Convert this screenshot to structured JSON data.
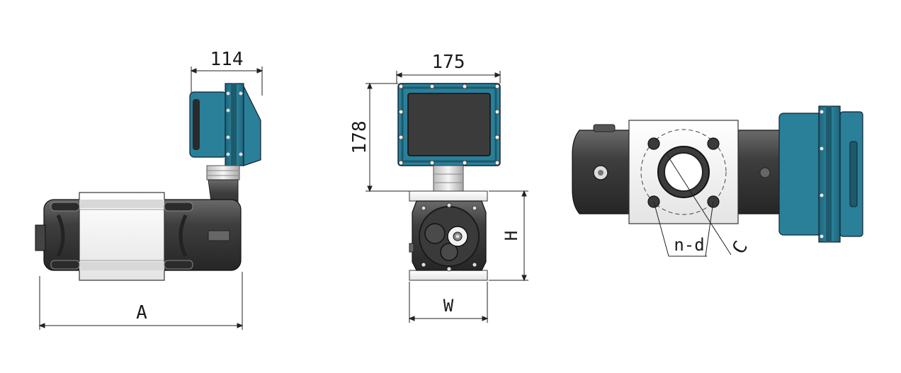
{
  "labels": {
    "side_width": "114",
    "front_width": "175",
    "front_height": "178",
    "overall_length": "A",
    "base_width": "W",
    "base_height": "H",
    "bolt_spec": "n-d",
    "bolt_circle": "C"
  },
  "colors": {
    "head_blue": "#2a7f99",
    "head_dark": "#1c5a6c",
    "body_dark": "#3a3a3a",
    "body_mid": "#555555",
    "flange_white": "#f4f4f4",
    "screen": "#3b3b3b",
    "line": "#222222"
  }
}
